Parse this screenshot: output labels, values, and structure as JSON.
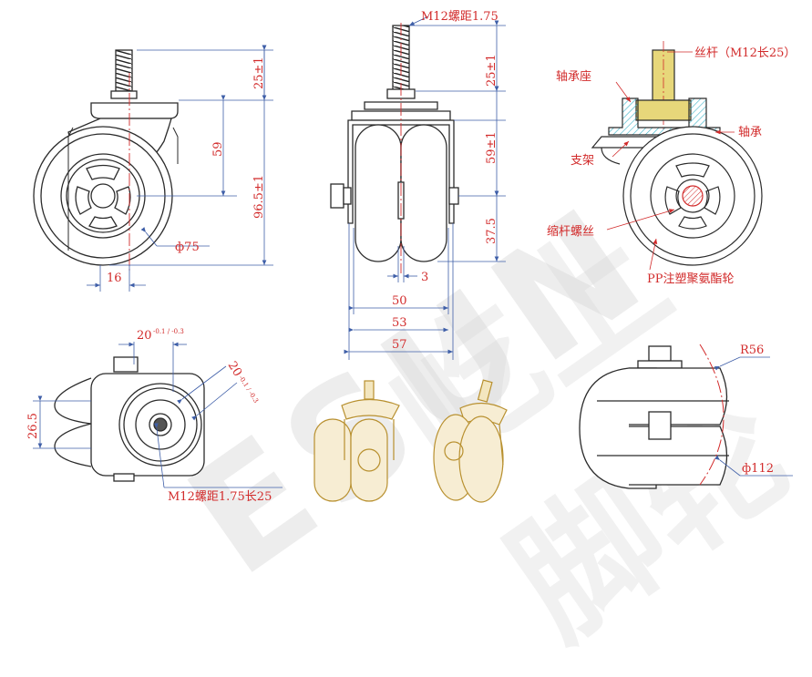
{
  "watermark": {
    "line1": "ESUN",
    "line2": "屹上脚轮"
  },
  "colors": {
    "line": "#2b2b2b",
    "dim": "#3f5fa8",
    "label": "#d22b2b",
    "hatch": "#3bb3c8",
    "thread": "#e7d77a",
    "photo": "#b8902f"
  },
  "side_view": {
    "height_label": "96.5±1",
    "top_label": "25±1",
    "mid_label": "59",
    "offset_label": "16",
    "wheel_dia_label": "ф75"
  },
  "front_view": {
    "thread_label": "M12螺距1.75",
    "top_label": "25±1",
    "mid_label": "59±1",
    "low_label": "37.5",
    "gap_label": "3",
    "w1_label": "50",
    "w2_label": "53",
    "w3_label": "57"
  },
  "section_view": {
    "screw": "丝杆（M12长25）",
    "bearing_seat": "轴承座",
    "bearing": "轴承",
    "bracket": "支架",
    "bolt": "缩杆螺丝",
    "wheel_material": "PP注塑聚氨酯轮"
  },
  "top_view": {
    "dim_a": "20",
    "dim_a_tol": "-0.1 / -0.3",
    "dim_b": "20",
    "dim_b_tol": "-0.1 / -0.3",
    "dim_c": "26.5",
    "thread_spec": "M12螺距1.75长25"
  },
  "radius_view": {
    "radius": "R56",
    "diameter": "ф112"
  }
}
